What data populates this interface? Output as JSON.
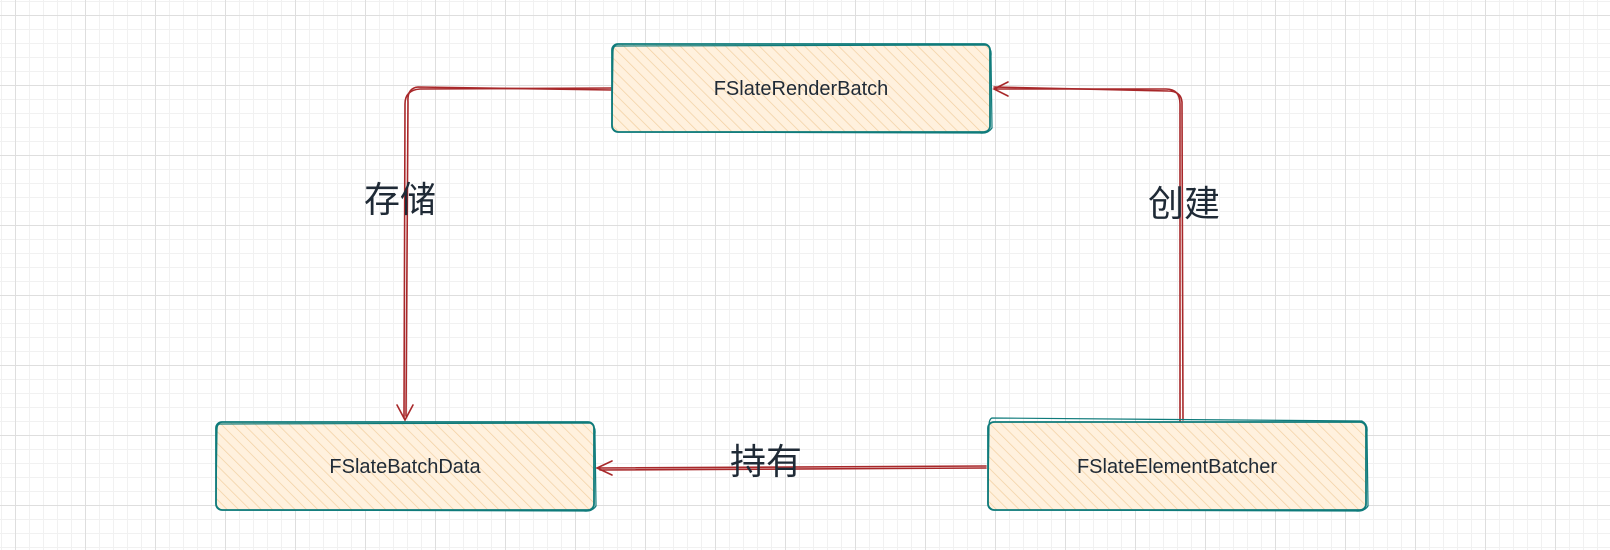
{
  "colors": {
    "node_stroke": "#0f7b7b",
    "node_fill": "#fff1de",
    "node_hatch": "#f2cfa0",
    "edge_stroke": "#a8282a"
  },
  "nodes": {
    "render_batch": {
      "label": "FSlateRenderBatch"
    },
    "batch_data": {
      "label": "FSlateBatchData"
    },
    "element_batcher": {
      "label": "FSlateElementBatcher"
    }
  },
  "edges": {
    "store": {
      "label": "存储"
    },
    "create": {
      "label": "创建"
    },
    "hold": {
      "label": "持有"
    }
  }
}
